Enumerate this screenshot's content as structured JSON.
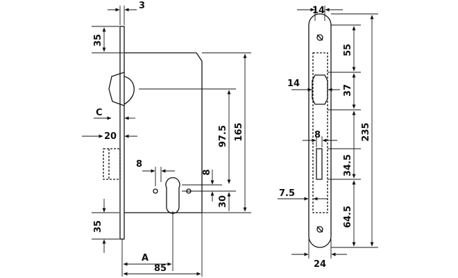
{
  "left_view": {
    "dims": {
      "faceplate_thickness": "3",
      "top_offset": "35",
      "latch_c": "C",
      "backset_20": "20",
      "hole_spacing": "8",
      "cyl_offset": "8",
      "height_97_5": "97.5",
      "height_165": "165",
      "bottom_30": "30",
      "bottom_35": "35",
      "backset_a": "A",
      "depth_85": "85"
    }
  },
  "right_view": {
    "dims": {
      "top_width": "14",
      "top_55": "55",
      "latch_14": "14",
      "latch_37": "37",
      "slot_8": "8",
      "mid_34_5": "34.5",
      "total_235": "235",
      "left_7_5": "7.5",
      "bottom_64_5": "64.5",
      "bottom_width": "24"
    }
  },
  "colors": {
    "line": "#111111",
    "dashed": "#222222",
    "background": "#ffffff"
  }
}
